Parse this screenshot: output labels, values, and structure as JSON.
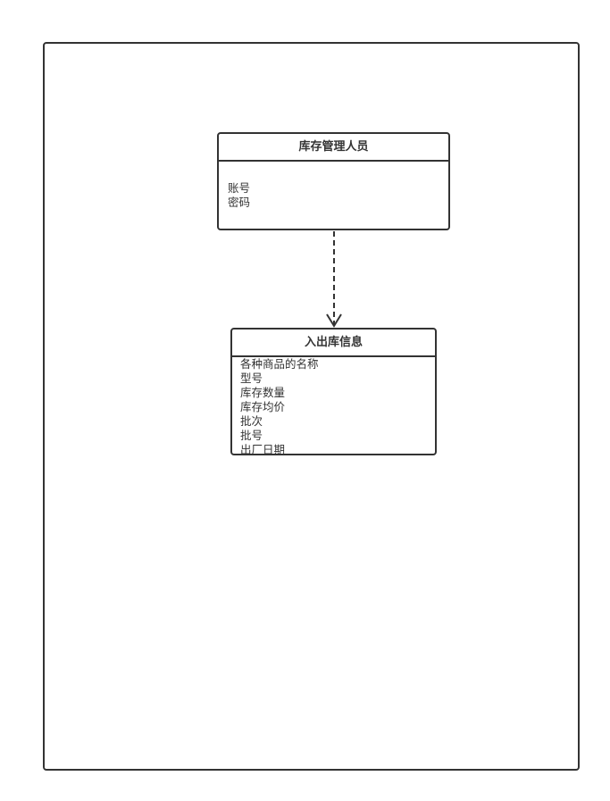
{
  "diagram": {
    "classes": [
      {
        "id": "class-a",
        "title": "库存管理人员",
        "attributes": [
          "账号",
          "密码"
        ]
      },
      {
        "id": "class-b",
        "title": "入出库信息",
        "attributes": [
          "各种商品的名称",
          "型号",
          "库存数量",
          "库存均价",
          "批次",
          "批号",
          "出厂日期"
        ]
      }
    ],
    "relations": [
      {
        "from": "库存管理人员",
        "to": "入出库信息",
        "type": "dependency",
        "style": "dashed-open-arrow"
      }
    ],
    "colors": {
      "stroke": "#333333",
      "background": "#ffffff"
    }
  }
}
